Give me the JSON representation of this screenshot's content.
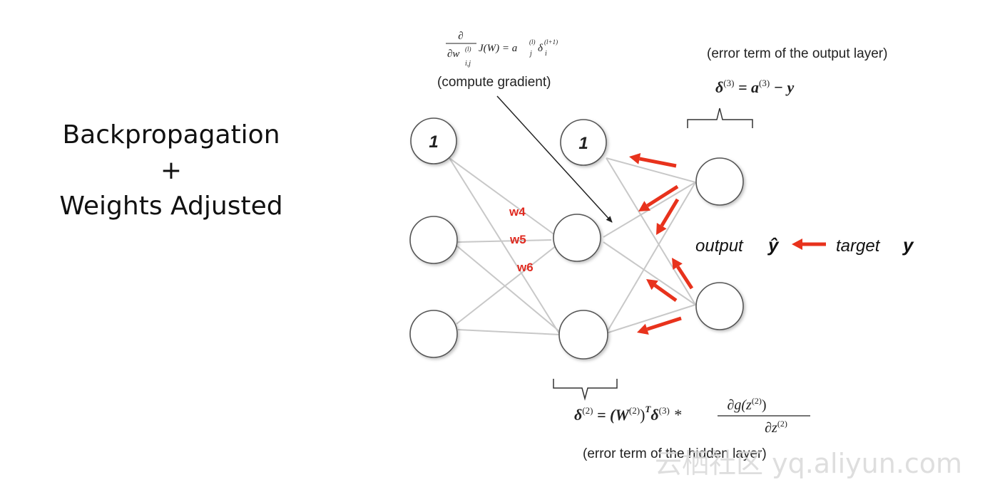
{
  "title": {
    "line1": "Backpropagation",
    "line2": "+",
    "line3": "Weights Adjusted"
  },
  "bias_label": "1",
  "weights": [
    "w4",
    "w5",
    "w6"
  ],
  "gradient": {
    "lhs_num": "∂",
    "lhs_den": "∂w",
    "lhs_den_sup": "(l)",
    "lhs_den_sub": "i,j",
    "rhs": "J(W) = a",
    "rhs_sub": "j",
    "rhs_sup": "(l)",
    "delta": "δ",
    "delta_sub": "i",
    "delta_sup": "(l+1)",
    "caption": "(compute gradient)"
  },
  "output_error": {
    "caption": "(error term of the output layer)",
    "formula_delta": "δ",
    "formula_sup": "(3)",
    "formula_eq": " = a",
    "formula_a_sup": "(3)",
    "formula_tail": " − y"
  },
  "hidden_error": {
    "formula_lhs": "δ",
    "formula_lhs_sup": "(2)",
    "formula_mid": " = (W",
    "formula_w_sup": "(2)",
    "formula_close": ")",
    "formula_t": "T",
    "formula_delta": "δ",
    "formula_delta_sup": "(3)",
    "formula_star": " * ",
    "frac_num": "∂g(z",
    "frac_num_sup": "(2)",
    "frac_num_close": ")",
    "frac_den": "∂z",
    "frac_den_sup": "(2)",
    "caption": "(error term of the hidden layer)"
  },
  "output_label": "output",
  "output_symbol": "ŷ",
  "target_label": "target",
  "target_symbol": "y",
  "watermark": "云栖社区 yq.aliyun.com",
  "colors": {
    "red": "#e8321c",
    "weight_red": "#e02a20",
    "edge": "#c8c8c8",
    "node_stroke": "#555555"
  }
}
